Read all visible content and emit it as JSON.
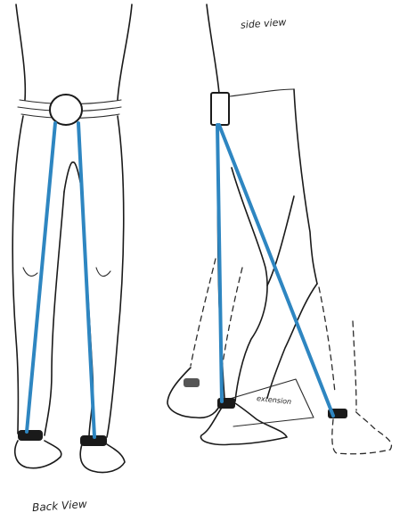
{
  "labels": {
    "side_view": "side view",
    "back_view": "Back View",
    "extension": "extension"
  },
  "colors": {
    "ink": "#1a1a1a",
    "cord": "#2e86c1",
    "background": "#ffffff"
  }
}
